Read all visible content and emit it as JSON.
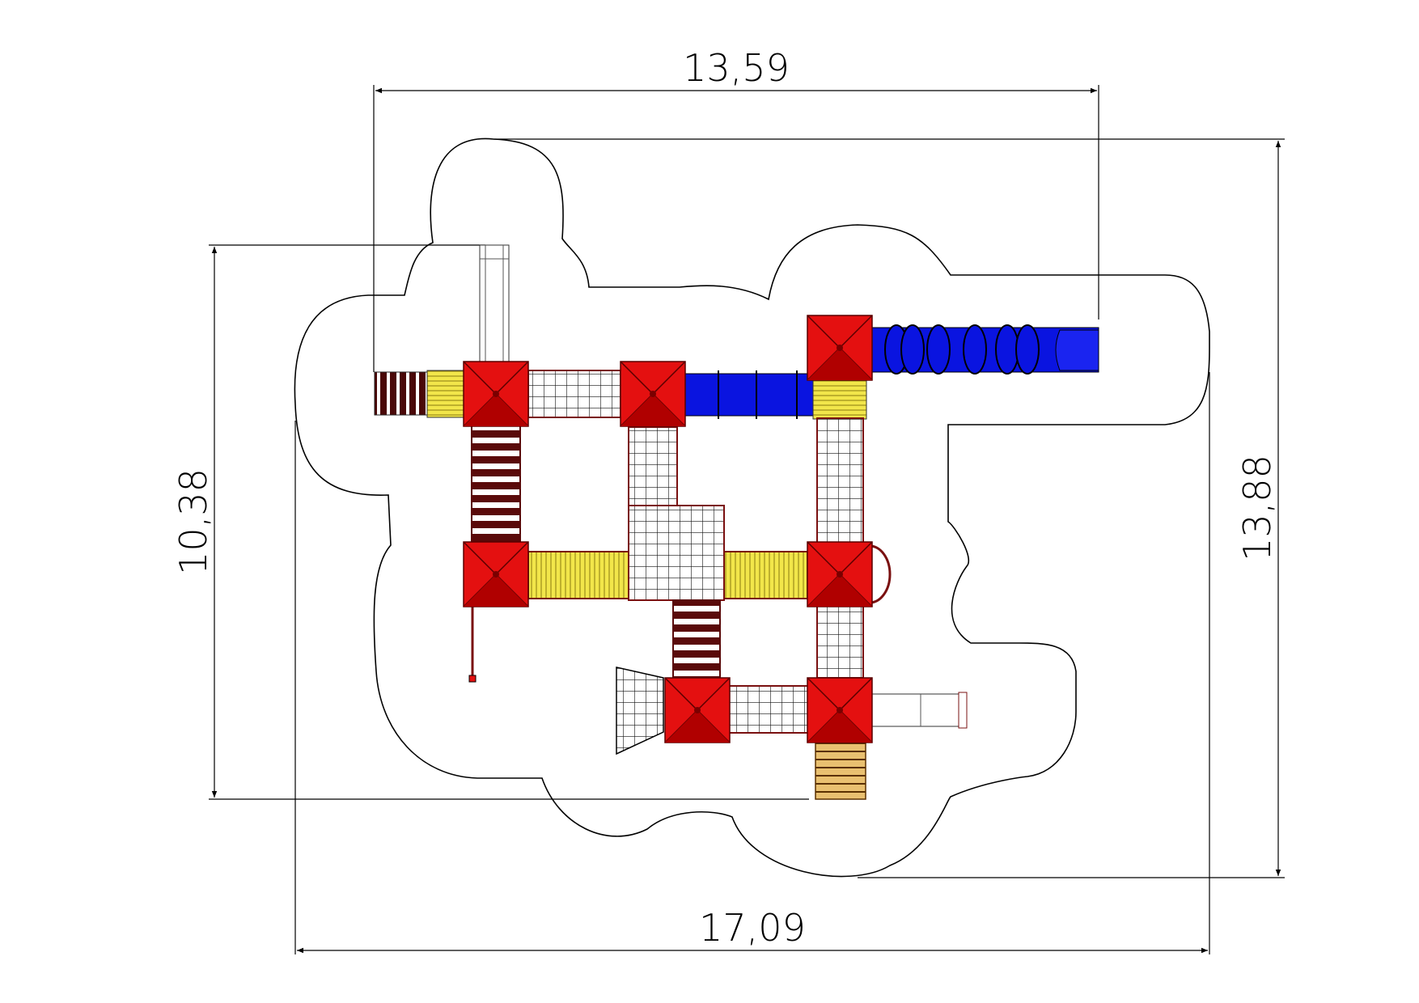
{
  "drawing": {
    "dimensions": {
      "top_width": "13,59",
      "bottom_width": "17,09",
      "left_height": "10,38",
      "right_height": "13,88"
    },
    "colors": {
      "roof": "#e41010",
      "roof_dark": "#b00000",
      "tube_slide": "#0a14e0",
      "deck_yellow": "#f2e64a",
      "ladder_brown": "#5a0a0a",
      "step_orange": "#d9a53a"
    }
  }
}
